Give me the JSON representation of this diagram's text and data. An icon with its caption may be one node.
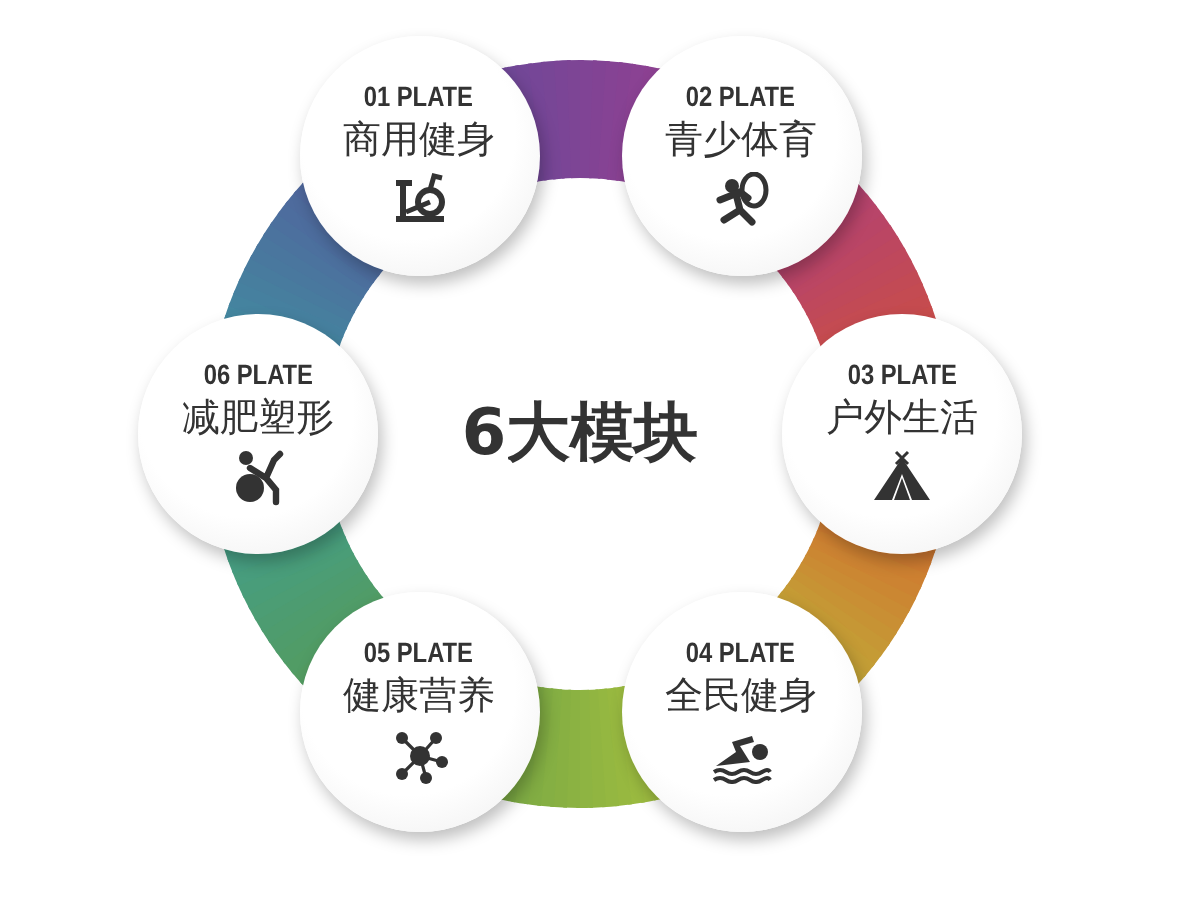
{
  "diagram": {
    "nodes": [
      {
        "text": [
          "01 PLATE",
          "商用健身"
        ]
      },
      {
        "text": [
          "02 PLATE",
          "青少体育"
        ]
      },
      {
        "text": [
          "03 PLATE",
          "户外生活"
        ]
      },
      {
        "text": [
          "04 PLATE",
          "全民健身"
        ]
      },
      {
        "text": [
          "05 PLATE",
          "健康营养"
        ]
      },
      {
        "text": [
          "06 PLATE",
          "减肥塑形"
        ]
      }
    ],
    "labels": [
      "6大模块"
    ]
  }
}
